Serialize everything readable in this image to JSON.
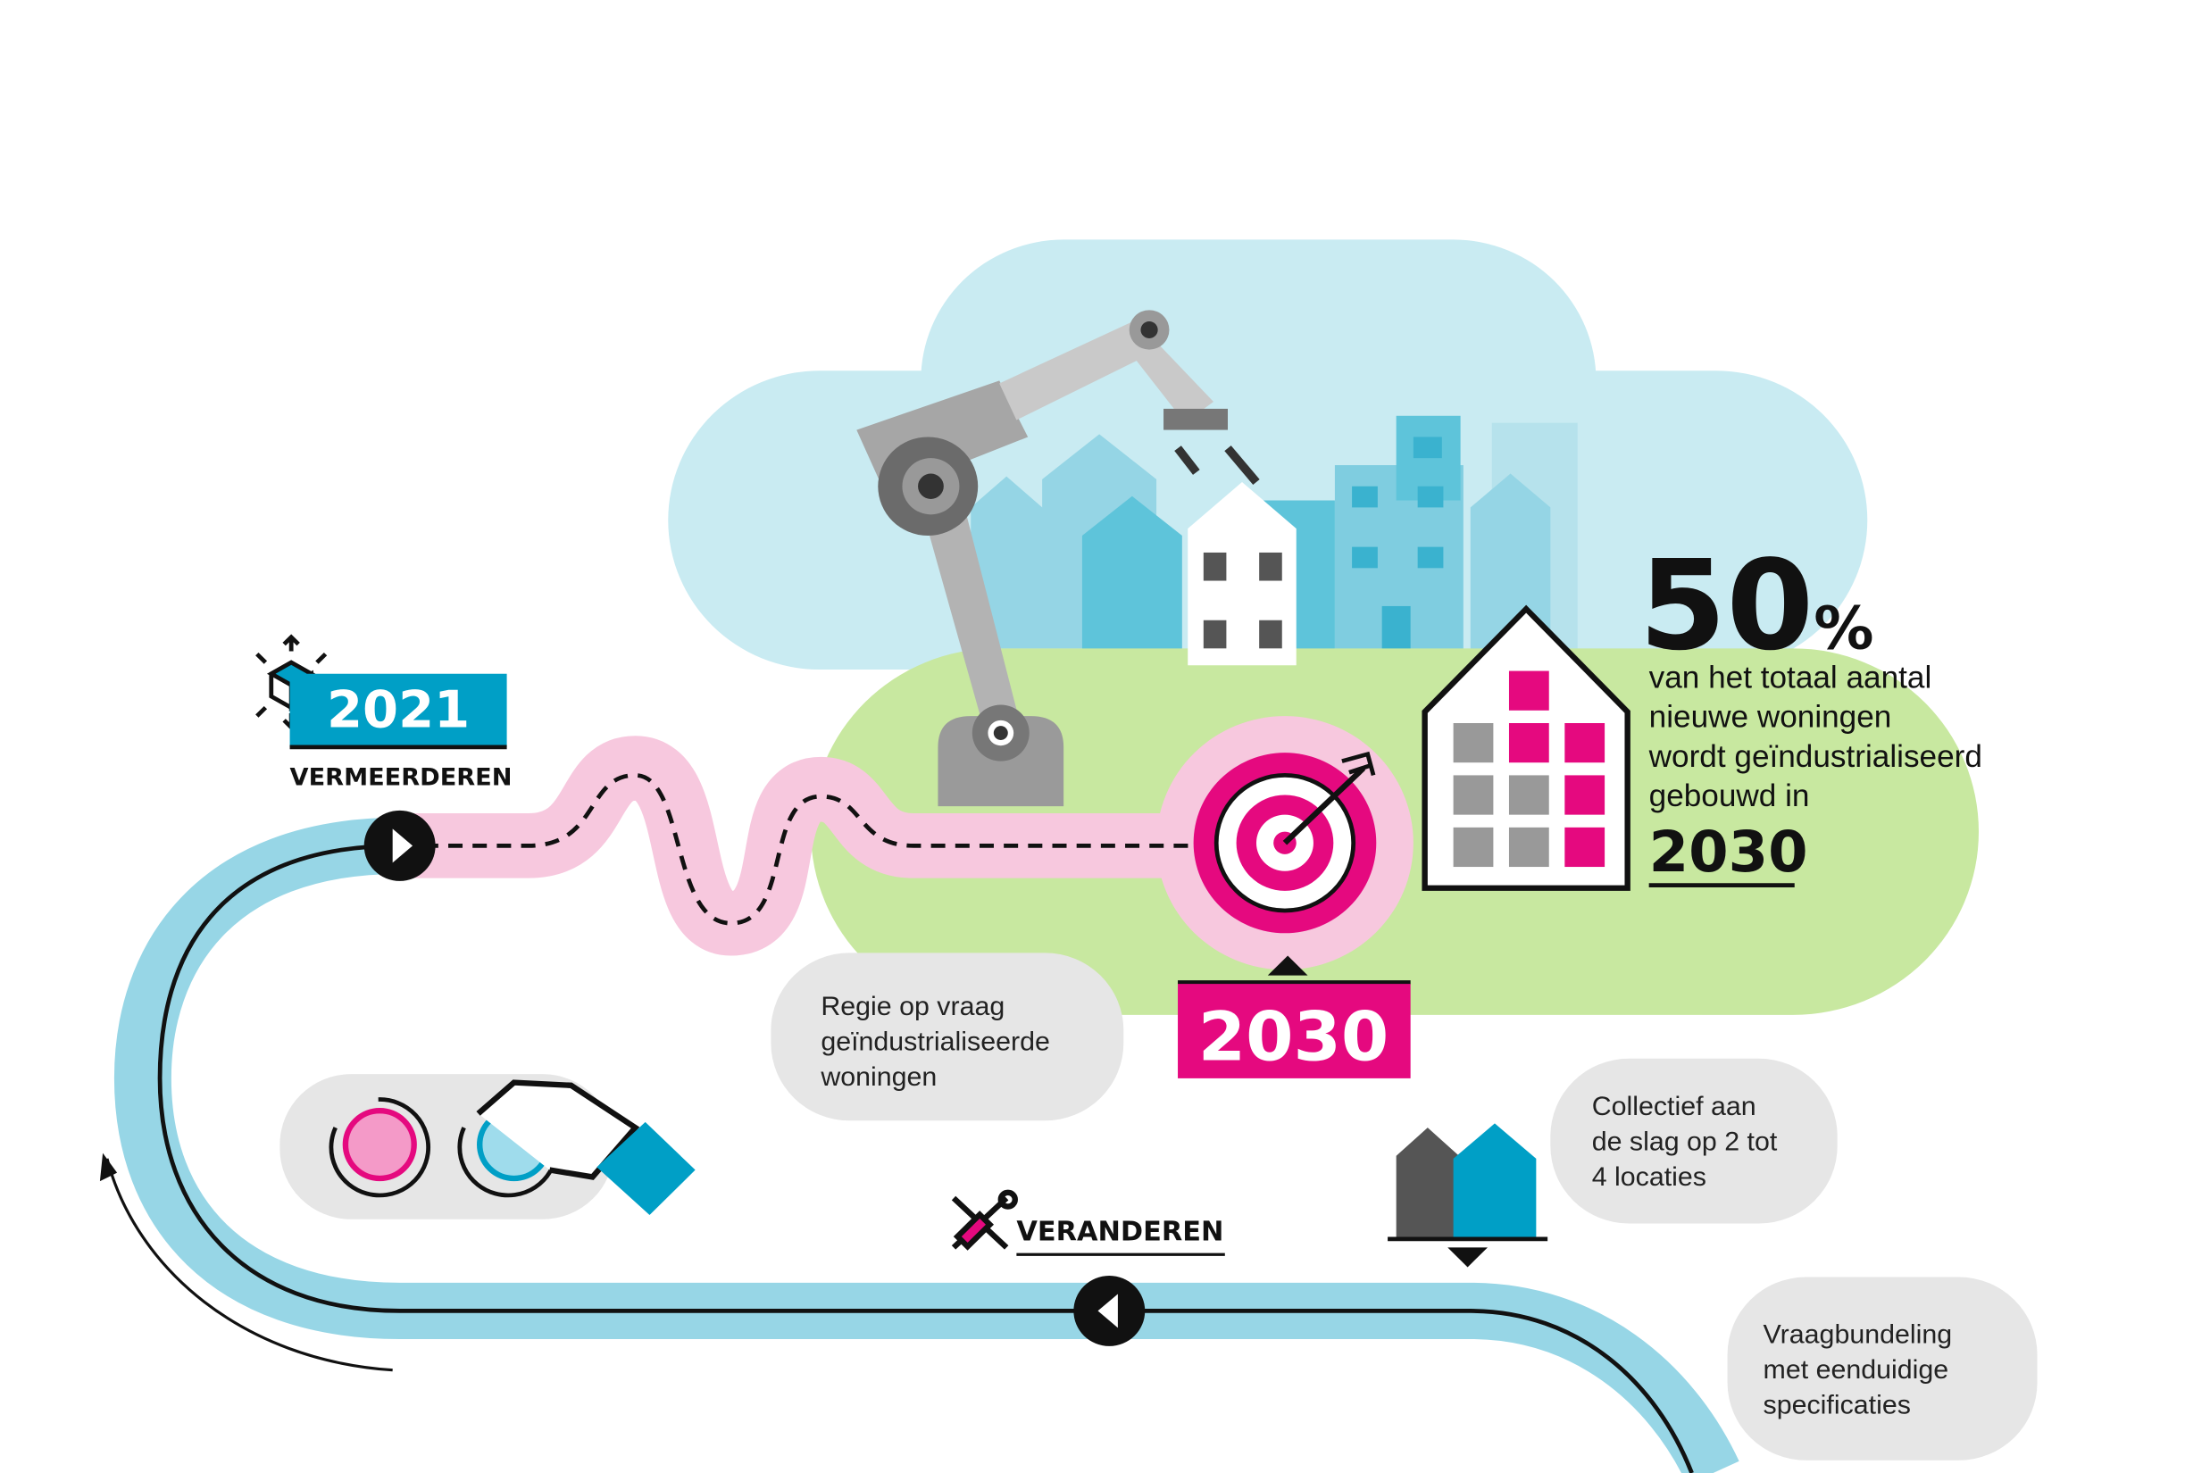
{
  "milestones": {
    "start_year": "2021",
    "start_label": "VERMEERDEREN",
    "target_year": "2030",
    "change_label": "VERANDEREN"
  },
  "stat": {
    "value": "50",
    "unit": "%",
    "lines": [
      "van het totaal aantal",
      "nieuwe woningen",
      "wordt geïndustrialiseerd",
      "gebouwd in"
    ],
    "year": "2030"
  },
  "bubbles": {
    "regie": [
      "Regie op vraag",
      "geïndustrialiseerde",
      "woningen"
    ],
    "collectief": [
      "Collectief aan",
      "de slag op 2 tot",
      "4 locaties"
    ],
    "vraag": [
      "Vraagbundeling",
      "met eenduidige",
      "specificaties"
    ]
  },
  "colors": {
    "blue": "#009fc6",
    "magenta": "#e5097f",
    "pink": "#f7c8de",
    "road": "#97d6e6",
    "cloud": "#c9ebf2",
    "green": "#c8e8a0",
    "bubble": "#e6e6e6"
  }
}
